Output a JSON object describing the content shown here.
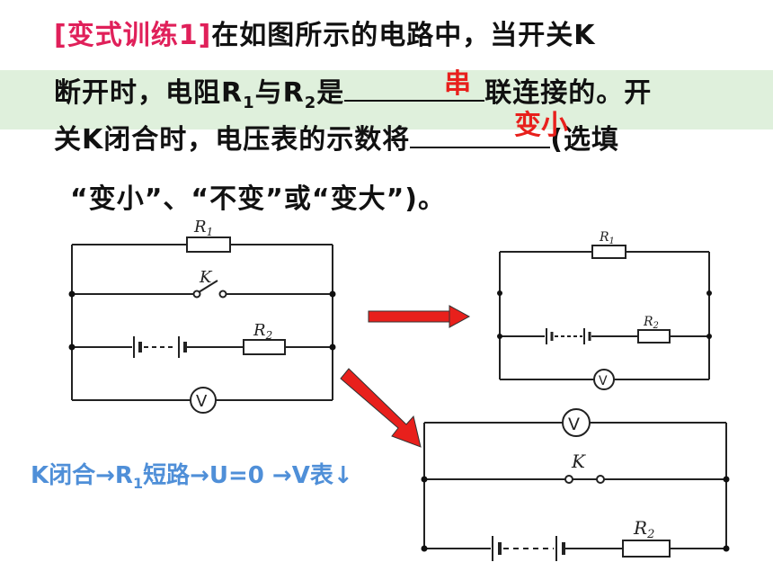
{
  "problem": {
    "tag": "[变式训练1]",
    "line1": "在如图所示的电路中，当开关K",
    "line2_a": "断开时，电阻R",
    "line2_sub1": "1",
    "line2_b": "与R",
    "line2_sub2": "2",
    "line2_c": "是",
    "line2_d": "联连接的。开",
    "line3_a": "关K闭合时，电压表的示数将",
    "line3_b": "(选填",
    "line4": "“变小”、“不变”或“变大”)。",
    "answer1": "串",
    "answer2": "变小"
  },
  "note": {
    "a": "K闭合→R",
    "sub": "1",
    "b": "短路→U=0 →V表↓"
  },
  "labels": {
    "r1": "R",
    "r1_sub": "1",
    "r2": "R",
    "r2_sub": "2",
    "k": "K",
    "v": "V"
  },
  "colors": {
    "tag": "#e0205a",
    "answer": "#e8201c",
    "note": "#4f8fd8",
    "arrow": "#e8201c",
    "band": "#dff0dc"
  }
}
